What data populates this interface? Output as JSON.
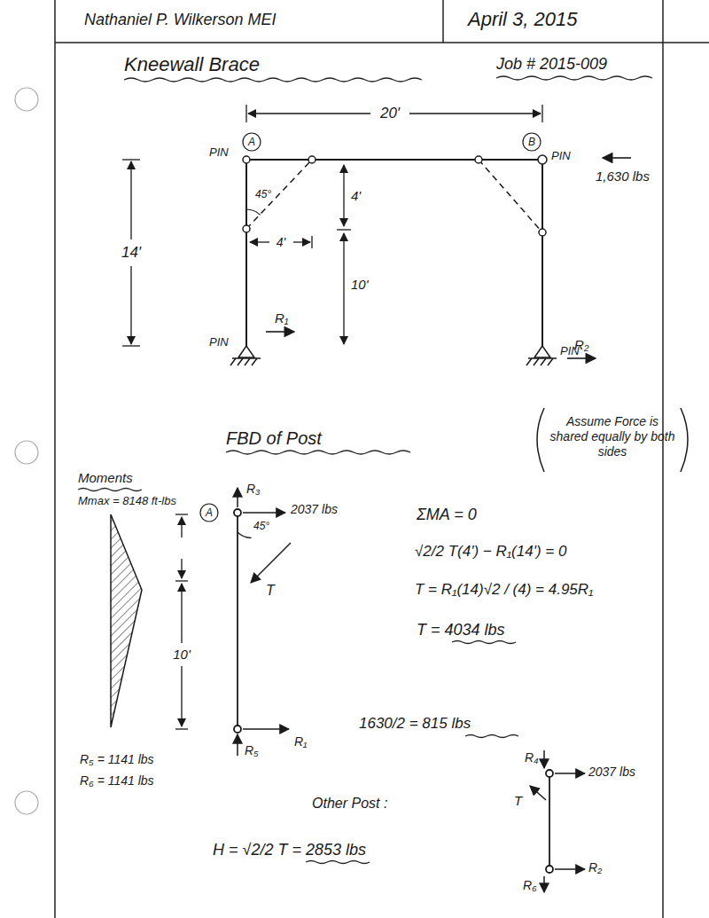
{
  "diagram": {
    "title": "Kneewall Brace",
    "labels": [
      "Nathaniel P. Wilkerson MEI",
      "April 3, 2015",
      "Job # 2015-009",
      "20'",
      "A",
      "PIN",
      "B",
      "PIN",
      "1,630 lbs",
      "45°",
      "4'",
      "4'",
      "10'",
      "14'",
      "PIN",
      "R₁",
      "PIN",
      "R₂",
      "FBD of Post",
      "Assume Force is shared equally by both sides",
      "Moments",
      "Mmax = 8148 ft-lbs",
      "A",
      "R₃",
      "2037 lbs",
      "45°",
      "T",
      "10'",
      "R₅",
      "R₁",
      "ΣMA = 0",
      "√2/2 T(4') − R₁(14') = 0",
      "T = R₁(14)√2 / (4) = 4.95R₁",
      "T = 4034 lbs",
      "1630/2 = 815 lbs",
      "R₅ = 1141 lbs",
      "R₆ = 1141 lbs",
      "Other Post :",
      "H = √2/2 T = 2853 lbs",
      "R₄",
      "2037 lbs",
      "T",
      "R₆",
      "R₂"
    ]
  }
}
